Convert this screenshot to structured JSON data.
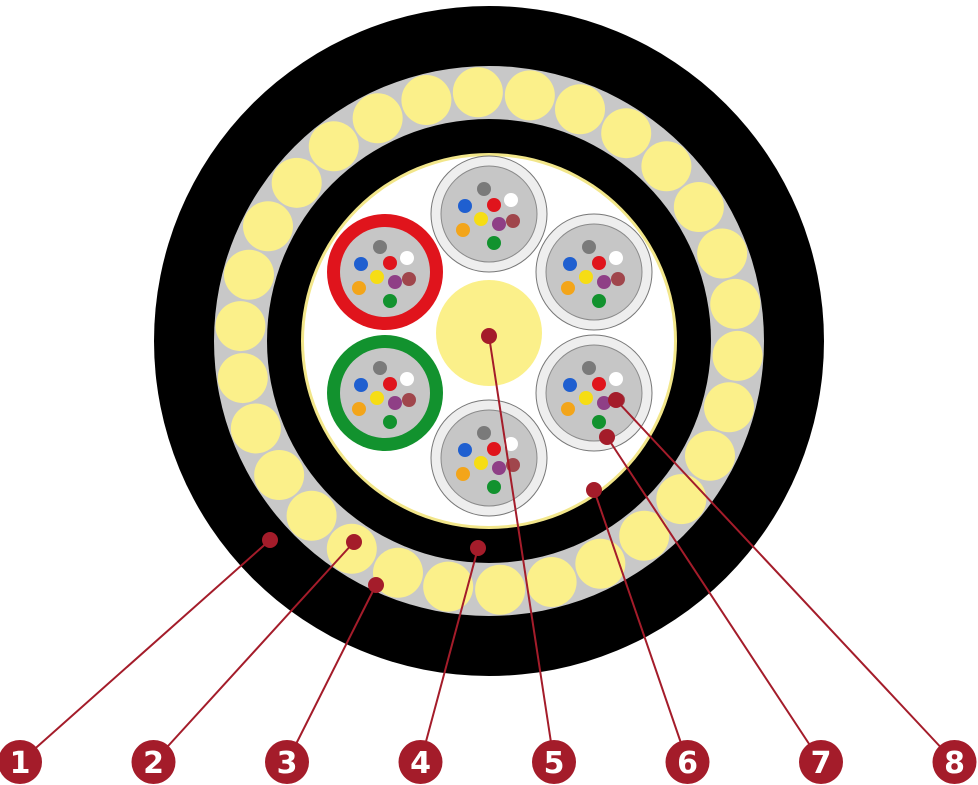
{
  "colors": {
    "outer_sheath": "#000000",
    "armor_bg": "#c8c8c8",
    "armor_wire": "#fbf08a",
    "inner_sheath": "#000000",
    "tape": "#f2e68a",
    "core_bg": "#ffffff",
    "tube_fill": "#c6c6c6",
    "tube_ring": "#d4d4d4",
    "tube_ring_red": "#e0141c",
    "tube_ring_green": "#12922e",
    "central_member": "#fbf08a",
    "callout": "#a41c2a",
    "callout_text": "#ffffff"
  },
  "fiber_colors": [
    "#1f5fd0",
    "#f3a51a",
    "#7a7a7a",
    "#e0141c",
    "#f6dd14",
    "#8f3f86",
    "#a0464c",
    "#ffffff",
    "#12922e"
  ],
  "callouts": [
    {
      "label": "1"
    },
    {
      "label": "2"
    },
    {
      "label": "3"
    },
    {
      "label": "4"
    },
    {
      "label": "5"
    },
    {
      "label": "6"
    },
    {
      "label": "7"
    },
    {
      "label": "8"
    }
  ]
}
